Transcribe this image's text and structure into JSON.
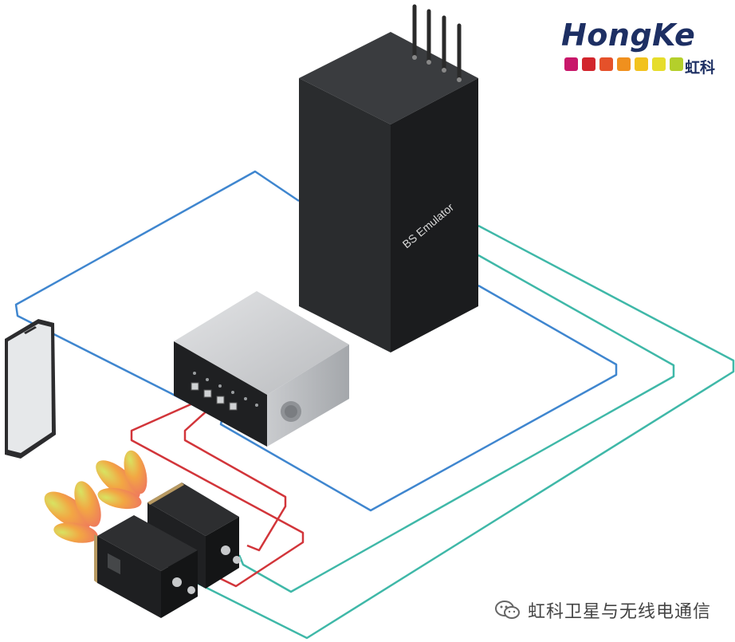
{
  "logo": {
    "brand": "HongKe",
    "brand_cn": "虹科",
    "color_squares": [
      "#c8176a",
      "#d2252c",
      "#e5512a",
      "#f0901e",
      "#f2c21d",
      "#e6dd2b",
      "#b4cf2b"
    ]
  },
  "devices": {
    "bs_emulator_label": "BS Emulator",
    "rf_box_label": "",
    "dut_box_label": ""
  },
  "colors": {
    "blue_cable": "#3f86cf",
    "red_cable": "#d2353a",
    "teal_cable": "#3fb8a8",
    "bs_emulator_body": "#1f2123"
  },
  "watermark": {
    "icon": "wechat-icon",
    "text": "虹科卫星与无线电通信"
  }
}
